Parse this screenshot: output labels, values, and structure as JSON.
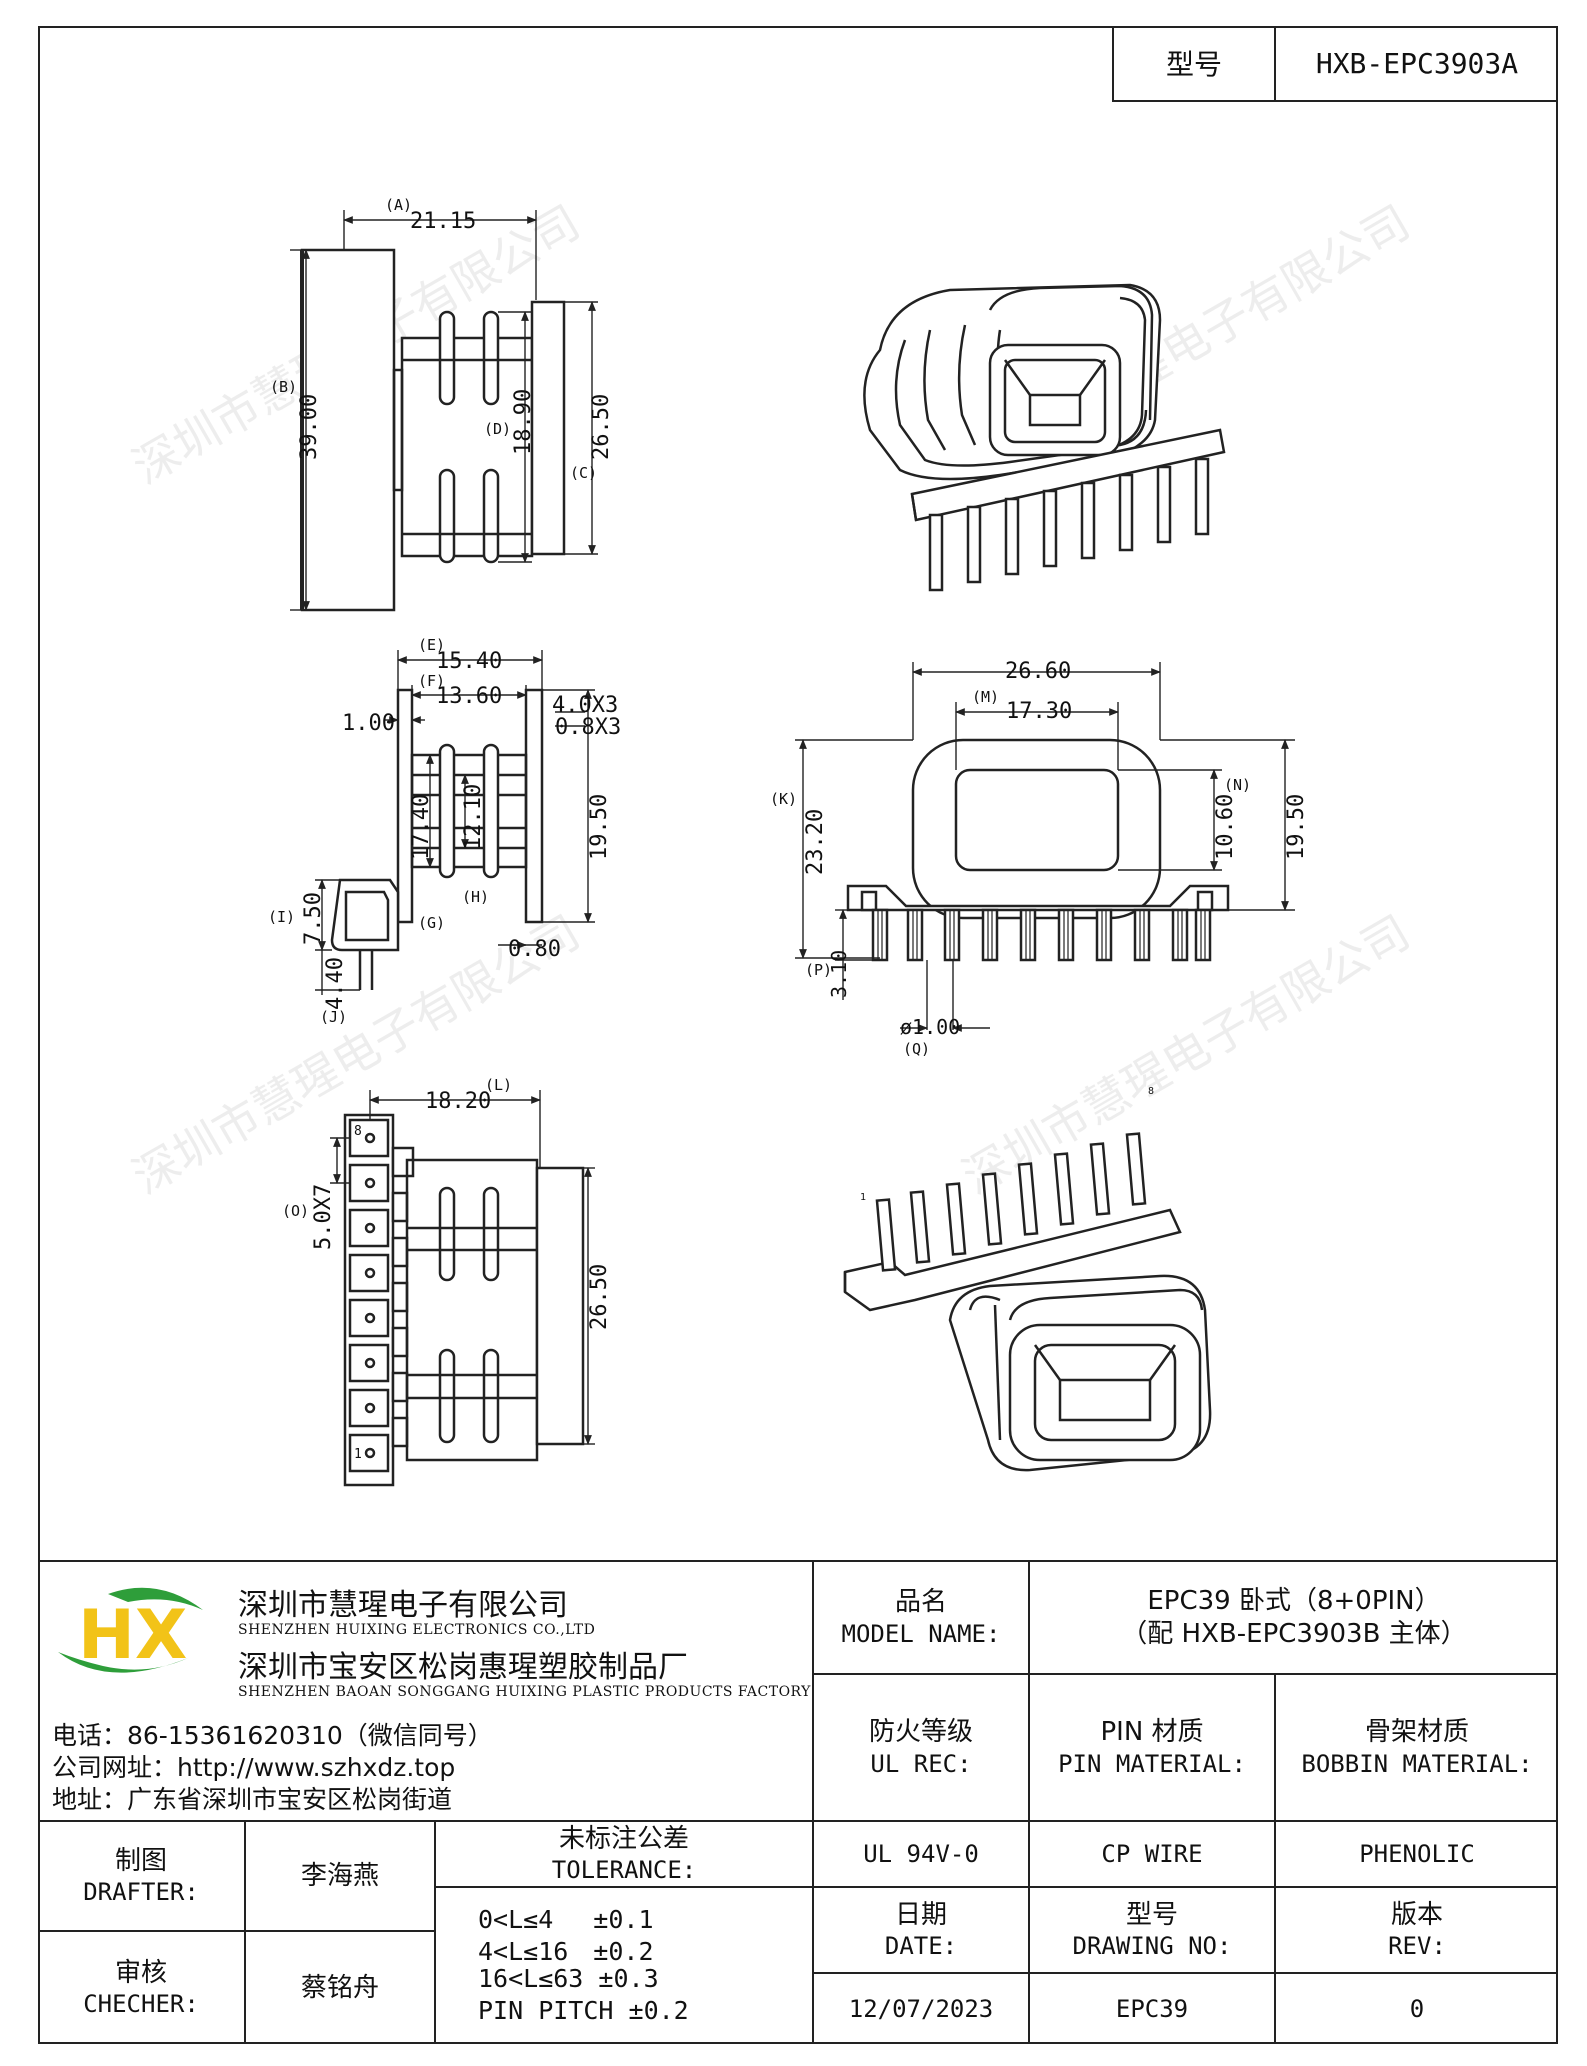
{
  "header": {
    "model_label": "型号",
    "model_value": "HXB-EPC3903A"
  },
  "dims": {
    "side": {
      "A_lbl": "(A)",
      "A": "21.15",
      "B_lbl": "(B)",
      "B": "39.00",
      "C_lbl": "(C)",
      "C": "26.50",
      "D_lbl": "(D)",
      "D": "18.90"
    },
    "section": {
      "E_lbl": "(E)",
      "E": "15.40",
      "F_lbl": "(F)",
      "F": "13.60",
      "w1": "1.00",
      "p1": "4.0X3",
      "p2": "0.8X3",
      "G_lbl": "(G)",
      "G": "17.40",
      "H_lbl": "(H)",
      "H": "12.10",
      "h19": "19.50",
      "I_lbl": "(I)",
      "I": "7.50",
      "J_lbl": "(J)",
      "J": "4.40",
      "t080": "0.80"
    },
    "front": {
      "w2660": "26.60",
      "M_lbl": "(M)",
      "M": "17.30",
      "K_lbl": "(K)",
      "K": "23.20",
      "N_lbl": "(N)",
      "N": "10.60",
      "h1950": "19.50",
      "P_lbl": "(P)",
      "P": "3.10",
      "Q_val": "ø1.00",
      "Q_lbl": "(Q)"
    },
    "bottom": {
      "L_lbl": "(L)",
      "L": "18.20",
      "O_lbl": "(O)",
      "O": "5.0X7",
      "h2650": "26.50",
      "pin8": "8",
      "pin1": "1"
    },
    "iso2": {
      "pin1": "1",
      "pin8": "8"
    }
  },
  "watermark": "深圳市慧瑆电子有限公司",
  "company": {
    "name1": "深圳市慧瑆电子有限公司",
    "name1_en": "SHENZHEN HUIXING ELECTRONICS CO.,LTD",
    "name2": "深圳市宝安区松岗惠瑆塑胶制品厂",
    "name2_en": "SHENZHEN BAOAN SONGGANG HUIXING PLASTIC PRODUCTS FACTORY",
    "phone": "电话：86-15361620310（微信同号）",
    "website": "公司网址：http://www.szhxdz.top",
    "address": "地址：广东省深圳市宝安区松岗街道",
    "logo_text": "HX",
    "colors": {
      "green": "#2e9e3a",
      "yellow": "#f2c318",
      "dark_green": "#1f7a2c"
    }
  },
  "title_block": {
    "model_name_cn": "品名",
    "model_name_en": "MODEL NAME:",
    "model_name_value1": "EPC39 卧式（8+0PIN）",
    "model_name_value2": "（配 HXB-EPC3903B 主体）",
    "ul_cn": "防火等级",
    "ul_en": "UL REC:",
    "pin_mat_cn": "PIN 材质",
    "pin_mat_en": "PIN MATERIAL:",
    "bob_mat_cn": "骨架材质",
    "bob_mat_en": "BOBBIN MATERIAL:",
    "drafter_cn": "制图",
    "drafter_en": "DRAFTER:",
    "drafter_name": "李海燕",
    "checker_cn": "审核",
    "checker_en": "CHECHER:",
    "checker_name": "蔡铭舟",
    "tol_cn": "未标注公差",
    "tol_en": "TOLERANCE:",
    "tol_lines": [
      "0<L≤4　 ±0.1",
      "4<L≤16　±0.2",
      "16<L≤63 ±0.3",
      "PIN PITCH ±0.2"
    ],
    "ul_value": "UL 94V-0",
    "pin_value": "CP WIRE",
    "bob_value": "PHENOLIC",
    "date_cn": "日期",
    "date_en": "DATE:",
    "dwg_cn": "型号",
    "dwg_en": "DRAWING NO:",
    "rev_cn": "版本",
    "rev_en": "REV:",
    "date_value": "12/07/2023",
    "dwg_value": "EPC39",
    "rev_value": "0"
  }
}
